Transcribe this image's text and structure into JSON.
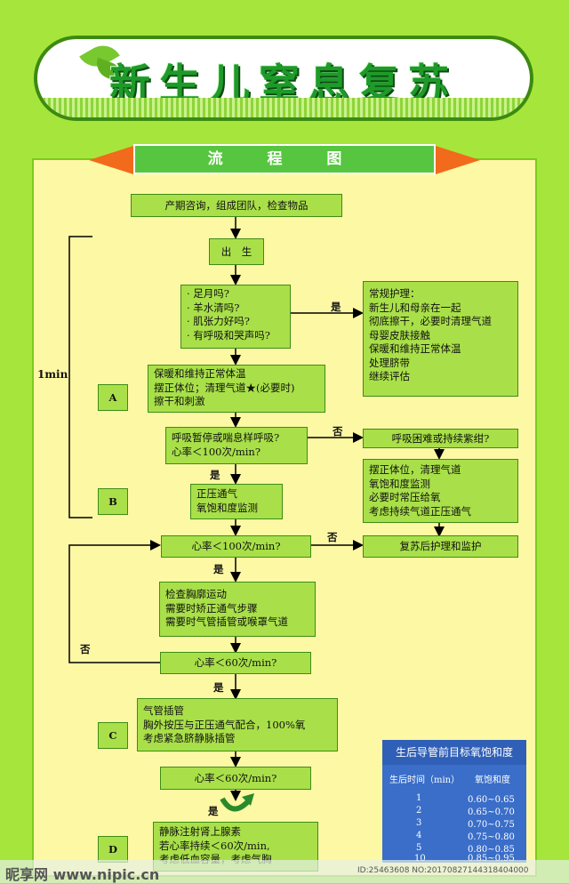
{
  "header": {
    "title": "新生儿窒息复苏",
    "subtitle": "流 程 图"
  },
  "nodes": {
    "prenatal": "产期咨询，组成团队，检查物品",
    "birth": "出　生",
    "questions": [
      "· 足月吗?",
      "· 羊水清吗?",
      "· 肌张力好吗?",
      "· 有呼吸和哭声吗?"
    ],
    "routine": [
      "常规护理：",
      "新生儿和母亲在一起",
      "彻底擦干，必要时清理气道",
      "母婴皮肤接触",
      "保暖和维持正常体温",
      "处理脐带",
      "继续评估"
    ],
    "stepA": [
      "保暖和维持正常体温",
      "摆正体位；清理气道★(必要时)",
      "擦干和刺激"
    ],
    "apnea": [
      "呼吸暂停或喘息样呼吸?",
      "心率＜100次/min?"
    ],
    "distress": "呼吸困难或持续紫绀?",
    "support": [
      "摆正体位，清理气道",
      "氧饱和度监测",
      "必要时常压给氧",
      "考虑持续气道正压通气"
    ],
    "stepB": [
      "正压通气",
      "氧饱和度监测"
    ],
    "hr100": "心率＜100次/min?",
    "postcare": "复苏后护理和监护",
    "chest": [
      "检查胸廓运动",
      "需要时矫正通气步骤",
      "需要时气管插管或喉罩气道"
    ],
    "hr60a": "心率＜60次/min?",
    "stepC": [
      "气管插管",
      "胸外按压与正压通气配合，100%氧",
      "考虑紧急脐静脉插管"
    ],
    "hr60b": "心率＜60次/min?",
    "stepD": [
      "静脉注射肾上腺素",
      "若心率持续＜60次/min,",
      "考虑低血容量，考虑气胸"
    ]
  },
  "labels": {
    "yes": "是",
    "no": "否",
    "one_min": "1min",
    "A": "A",
    "B": "B",
    "C": "C",
    "D": "D"
  },
  "spo2_table": {
    "title": "生后导管前目标氧饱和度",
    "col_time": "生后时间（min）",
    "col_sat": "氧饱和度",
    "rows": [
      {
        "t": "1",
        "s": "0.60~0.65"
      },
      {
        "t": "2",
        "s": "0.65~0.70"
      },
      {
        "t": "3",
        "s": "0.70~0.75"
      },
      {
        "t": "4",
        "s": "0.75~0.80"
      },
      {
        "t": "5",
        "s": "0.80~0.85"
      },
      {
        "t": "10",
        "s": "0.85~0.95"
      }
    ]
  },
  "watermark": {
    "left": "昵享网 www.nipic.cn",
    "right": "ID:25463608 NO:20170827144318404000"
  },
  "colors": {
    "background": "#a6e63c",
    "panel": "#fdf8a4",
    "box": "#a9e049",
    "title": "#1e9a2a"
  }
}
